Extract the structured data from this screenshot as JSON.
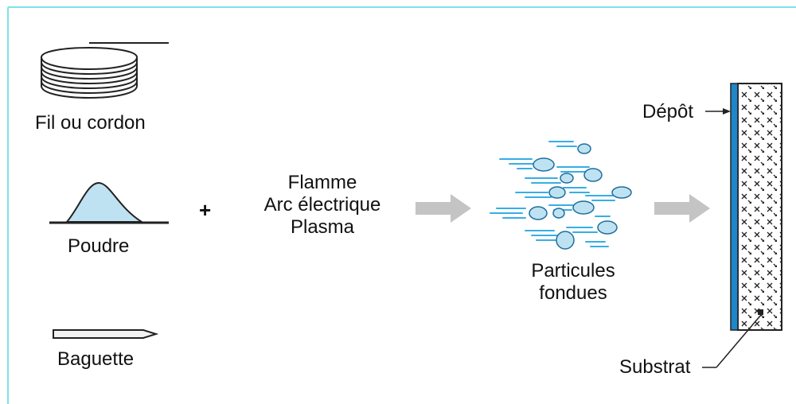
{
  "colors": {
    "border": "#7fe3ea",
    "fill_light_blue": "#bfe2f3",
    "coating_blue": "#1f86c8",
    "arrow_gray": "#c4c4c4",
    "line": "#222222",
    "particle_streak": "#36aee6"
  },
  "materials": {
    "wire_label": "Fil ou cordon",
    "powder_label": "Poudre",
    "rod_label": "Baguette"
  },
  "plus_sign": "+",
  "heat_sources": {
    "line1": "Flamme",
    "line2": "Arc électrique",
    "line3": "Plasma"
  },
  "particles": {
    "line1": "Particules",
    "line2": "fondues"
  },
  "target": {
    "coating_label": "Dépôt",
    "substrate_label": "Substrat"
  },
  "icons": [
    "wire-coil-icon",
    "powder-heap-icon",
    "rod-icon",
    "arrow-right-icon",
    "molten-particles-icon"
  ]
}
